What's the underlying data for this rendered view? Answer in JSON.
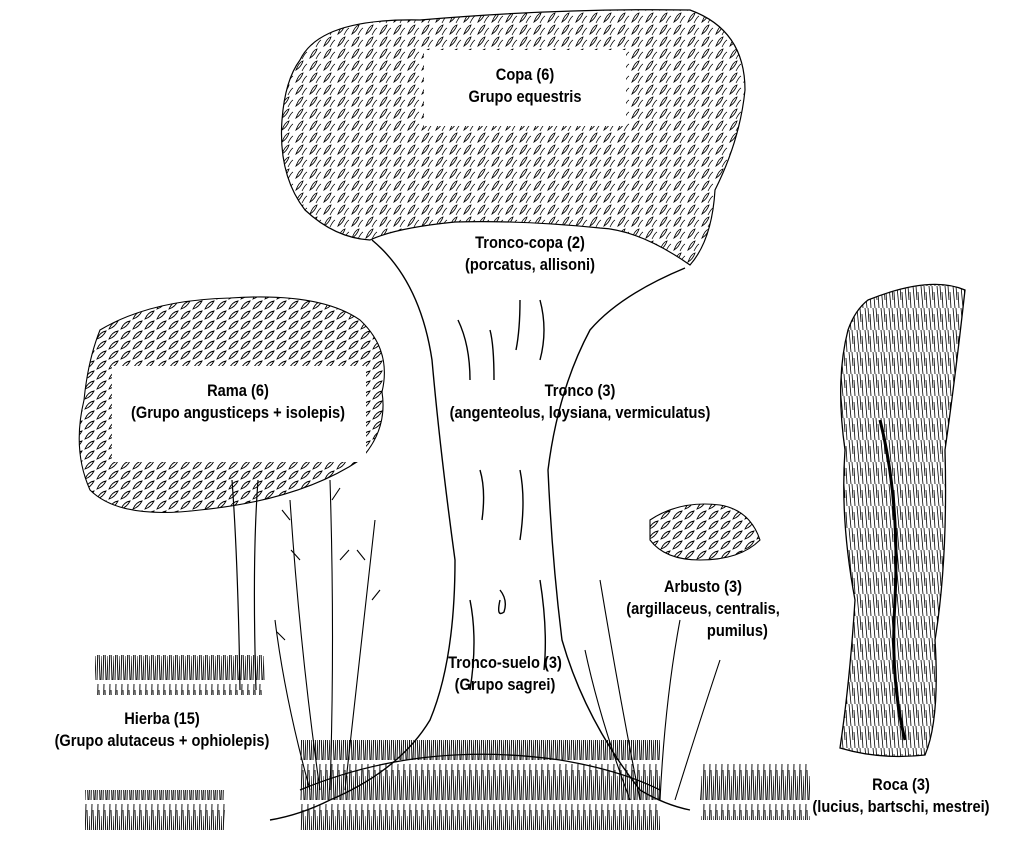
{
  "labels": {
    "copa": {
      "line1": "Copa  (6)",
      "line2": "Grupo equestris"
    },
    "tronco_copa": {
      "line1": "Tronco-copa (2)",
      "line2": "(porcatus, allisoni)"
    },
    "rama": {
      "line1": "Rama (6)",
      "line2": "(Grupo angusticeps + isolepis)"
    },
    "tronco": {
      "line1": "Tronco (3)",
      "line2": "(angenteolus, loysiana, vermiculatus)"
    },
    "arbusto": {
      "line1": "Arbusto (3)",
      "line2": "(argillaceus, centralis,",
      "line3": "pumilus)"
    },
    "tronco_suelo": {
      "line1": "Tronco-suelo (3)",
      "line2": "(Grupo sagrei)"
    },
    "hierba": {
      "line1": "Hierba (15)",
      "line2": "(Grupo alutaceus + ophiolepis)"
    },
    "roca": {
      "line1": "Roca (3)",
      "line2": "(lucius, bartschi, mestrei)"
    }
  },
  "illustrations": [
    "tree-canopy",
    "tree-trunk",
    "small-tree",
    "grass-tufts",
    "tall-grass",
    "shrub",
    "rock-column"
  ]
}
